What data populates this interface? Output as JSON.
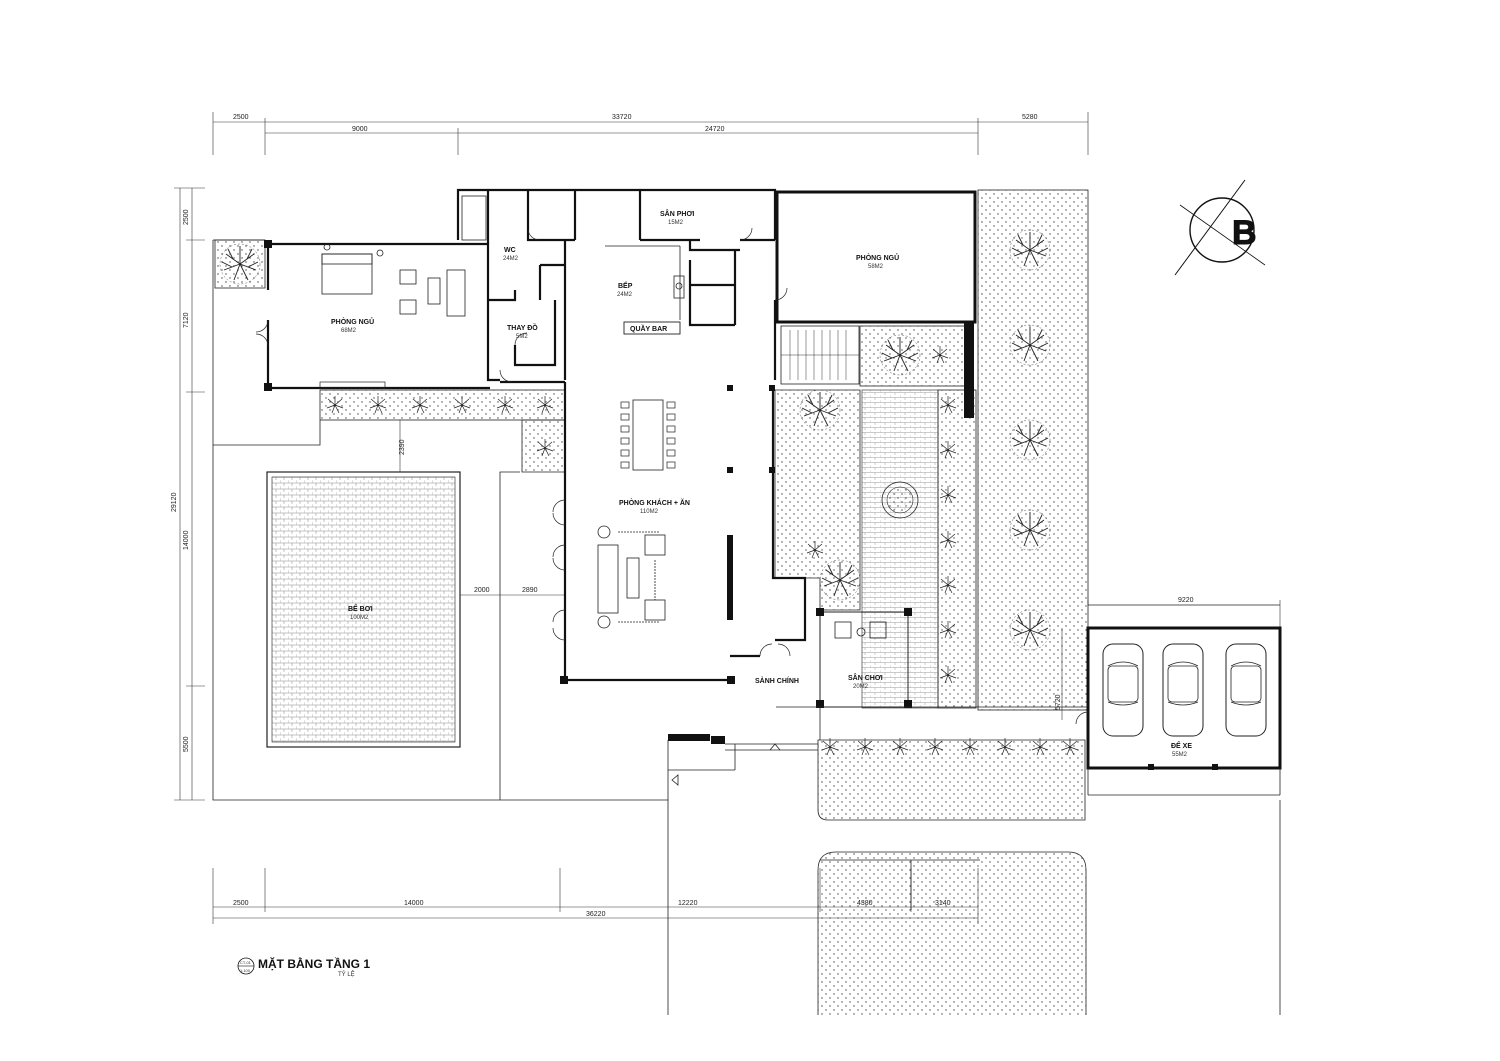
{
  "title": "MẶT BẰNG TẦNG 1",
  "scale_label": "TỶ LỆ",
  "tag": {
    "top": "CT-01",
    "bottom": "1:100"
  },
  "compass_letter": "B",
  "dims": {
    "top_outer": [
      "2500",
      "33720",
      "5280"
    ],
    "top_inner": [
      "9000",
      "24720"
    ],
    "left": [
      "2500",
      "7120",
      "29120",
      "14000",
      "5500"
    ],
    "bottom_inner": [
      "2500",
      "14000",
      "12220",
      "4380",
      "3140"
    ],
    "bottom_total": "36220",
    "inner": [
      "2390",
      "2000",
      "2890",
      "9220",
      "5720"
    ]
  },
  "rooms": [
    {
      "name": "PHÒNG NGỦ",
      "area": "68M2"
    },
    {
      "name": "WC",
      "area": "24M2"
    },
    {
      "name": "THAY ĐỒ",
      "area": "5M2"
    },
    {
      "name": "BẾP",
      "area": "24M2"
    },
    {
      "name": "QUẦY BAR",
      "area": ""
    },
    {
      "name": "SÂN PHƠI",
      "area": "15M2"
    },
    {
      "name": "PHÒNG NGỦ",
      "area": "58M2"
    },
    {
      "name": "PHÒNG KHÁCH + ĂN",
      "area": "110M2"
    },
    {
      "name": "BỂ BƠI",
      "area": "100M2"
    },
    {
      "name": "SẢNH CHÍNH",
      "area": ""
    },
    {
      "name": "SÂN CHƠI",
      "area": "20M2"
    },
    {
      "name": "ĐỂ XE",
      "area": "55M2"
    }
  ]
}
